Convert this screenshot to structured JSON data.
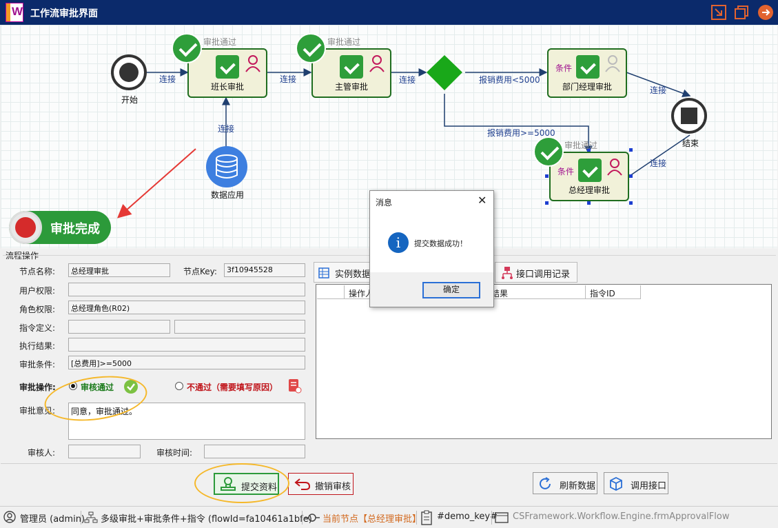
{
  "window": {
    "title": "工作流审批界面",
    "logo_letter": "W",
    "accent": "#0b2a6b"
  },
  "flow": {
    "start_label": "开始",
    "end_label": "结束",
    "connect_label": "连接",
    "passed_label": "审批通过",
    "condition_label": "条件",
    "nodes": {
      "banzhang": "班长审批",
      "zhuguan": "主管审批",
      "bumen": "部门经理审批",
      "zongjingli": "总经理审批",
      "data_app": "数据应用"
    },
    "edge_lt5000": "报销费用<5000",
    "edge_ge5000": "报销费用>=5000",
    "status_badge": "审批完成"
  },
  "form": {
    "group_title": "流程操作",
    "node_name_label": "节点名称:",
    "node_name_value": "总经理审批",
    "node_key_label": "节点Key:",
    "node_key_value": "3f10945528",
    "user_perm_label": "用户权限:",
    "user_perm_value": "",
    "role_perm_label": "角色权限:",
    "role_perm_value": "总经理角色(R02)",
    "cmd_def_label": "指令定义:",
    "exec_result_label": "执行结果:",
    "condition_label": "审批条件:",
    "condition_value": "[总费用]>=5000",
    "op_label": "审批操作:",
    "approve_option": "审核通过",
    "reject_option": "不通过（需要填写原因）",
    "opinion_label": "审批意见:",
    "opinion_value": "同意，审批通过。",
    "reviewer_label": "审核人:",
    "review_time_label": "审核时间:"
  },
  "tabs": {
    "instance_data": "实例数据",
    "api_log": "接口调用记录",
    "columns": [
      "操作人",
      "结果",
      "指令ID"
    ]
  },
  "dialog": {
    "title": "消息",
    "message": "提交数据成功！",
    "ok": "确定"
  },
  "buttons": {
    "submit": "提交资料",
    "undo": "撤销审核",
    "refresh": "刷新数据",
    "call_api": "调用接口"
  },
  "statusbar": {
    "user": "管理员 (admin)",
    "flow": "多级审批+审批条件+指令  (flowId=fa10461a1bfe)",
    "current_node": "当前节点【总经理审批】",
    "key": "#demo_key#",
    "form_name": "CSFramework.Workflow.Engine.frmApprovalFlow"
  }
}
